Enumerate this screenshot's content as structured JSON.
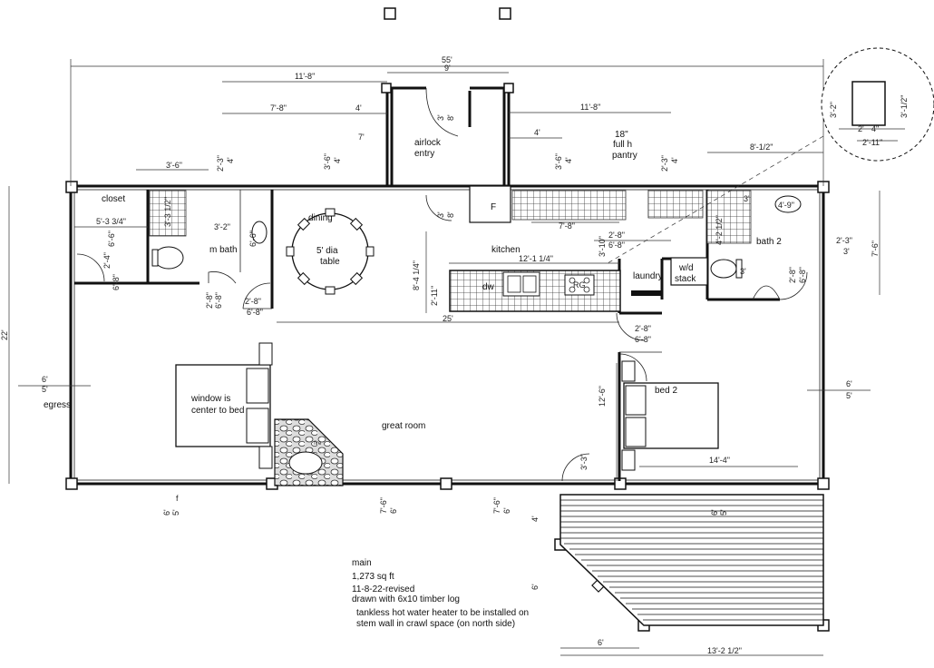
{
  "rooms": {
    "closet": "closet",
    "m_bath": "m bath",
    "dining": "dining",
    "table_1": "5' dia",
    "table_2": "table",
    "airlock_1": "airlock",
    "airlock_2": "entry",
    "pantry_1": "18\"",
    "pantry_2": "full h",
    "pantry_3": "pantry",
    "kitchen": "kitchen",
    "laundry": "laundry",
    "wd_1": "w/d",
    "wd_2": "stack",
    "bath2": "bath 2",
    "great_room": "great room",
    "bed2": "bed 2",
    "egress": "egress",
    "window_1": "window is",
    "window_2": "center to bed",
    "fridge": "F",
    "dw": "dw",
    "rg": "RG",
    "tub": "4'-9\""
  },
  "dimensions": {
    "overall_width": "55'",
    "entry_width": "9'",
    "left_span": "11'-8\"",
    "right_span": "11'-8\"",
    "left_sub": "7'-8\"",
    "left_sub2": "4'",
    "right_sub": "4'",
    "right_sub2": "8'-1/2\"",
    "height_7": "7'",
    "closet_w": "3'-6\"",
    "bath_w1": "3'-3 1/2\"",
    "closet_d": "5'-3 3/4\"",
    "closet_h": "6'-6\"",
    "mbath_w": "3'-2\"",
    "mbath_h": "6'-6\"",
    "door_24": "2'-4\"",
    "door_68": "6'-8\"",
    "door_28": "2'-8\"",
    "win_23": "2'-3\"",
    "win_4": "4'",
    "win_36": "3'-6\"",
    "entry_3": "3'",
    "entry_8": "8'",
    "kitchen_len": "12'-1 1/4\"",
    "kitchen_h": "8'-4 1/4\"",
    "kitchen_311": "2'-11\"",
    "kitchen_25": "25'",
    "pantry_78": "7'-8\"",
    "laundry_310": "3'-10\"",
    "bath2_412": "4'-2 1/2\"",
    "bath2_w": "7'-6\"",
    "bath2_3": "3'",
    "bed2_len": "14'-4\"",
    "bed2_h": "12'-6\"",
    "bed2_33": "3'-3\"",
    "side_22": "22'",
    "egress_6": "6'",
    "egress_5": "5'",
    "bottom_76": "7'-6\"",
    "bottom_6": "6'",
    "bottom_f": "f",
    "deck_6": "6'",
    "deck_4": "4'",
    "deck_w": "13'-2 1/2\"",
    "detail_32": "3'-2\"",
    "detail_312": "3'-1/2\"",
    "detail_2": "2'",
    "detail_4": "4\"",
    "detail_211": "2'-11\"",
    "fire": "fire"
  },
  "notes": {
    "line1": "main",
    "line2": "1,273 sq ft",
    "line3": "11-8-22-revised",
    "line4": "drawn with 6x10 timber log",
    "line5": "tankless hot water heater to be installed on",
    "line6": "stem wall in crawl space (on north side)"
  }
}
